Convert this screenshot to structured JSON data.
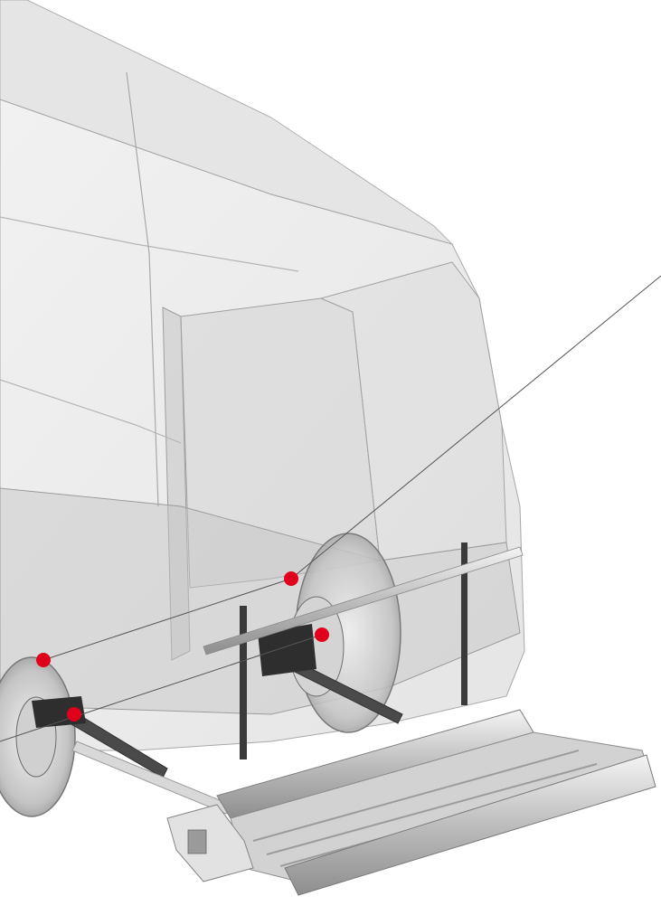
{
  "figure": {
    "subject": "van-rear-lift-illustration",
    "background_color": "#ffffff",
    "body_shell_color": "#d9d9d9",
    "body_outline_color": "#a8a8a8",
    "mechanism_color": "#b4b4b4",
    "dark_part_color": "#3a3a3a",
    "marker_color": "#e0001b",
    "leader_line_color": "#555555"
  },
  "markers": [
    {
      "id": "marker-1"
    },
    {
      "id": "marker-2"
    },
    {
      "id": "marker-3"
    },
    {
      "id": "marker-4"
    }
  ]
}
